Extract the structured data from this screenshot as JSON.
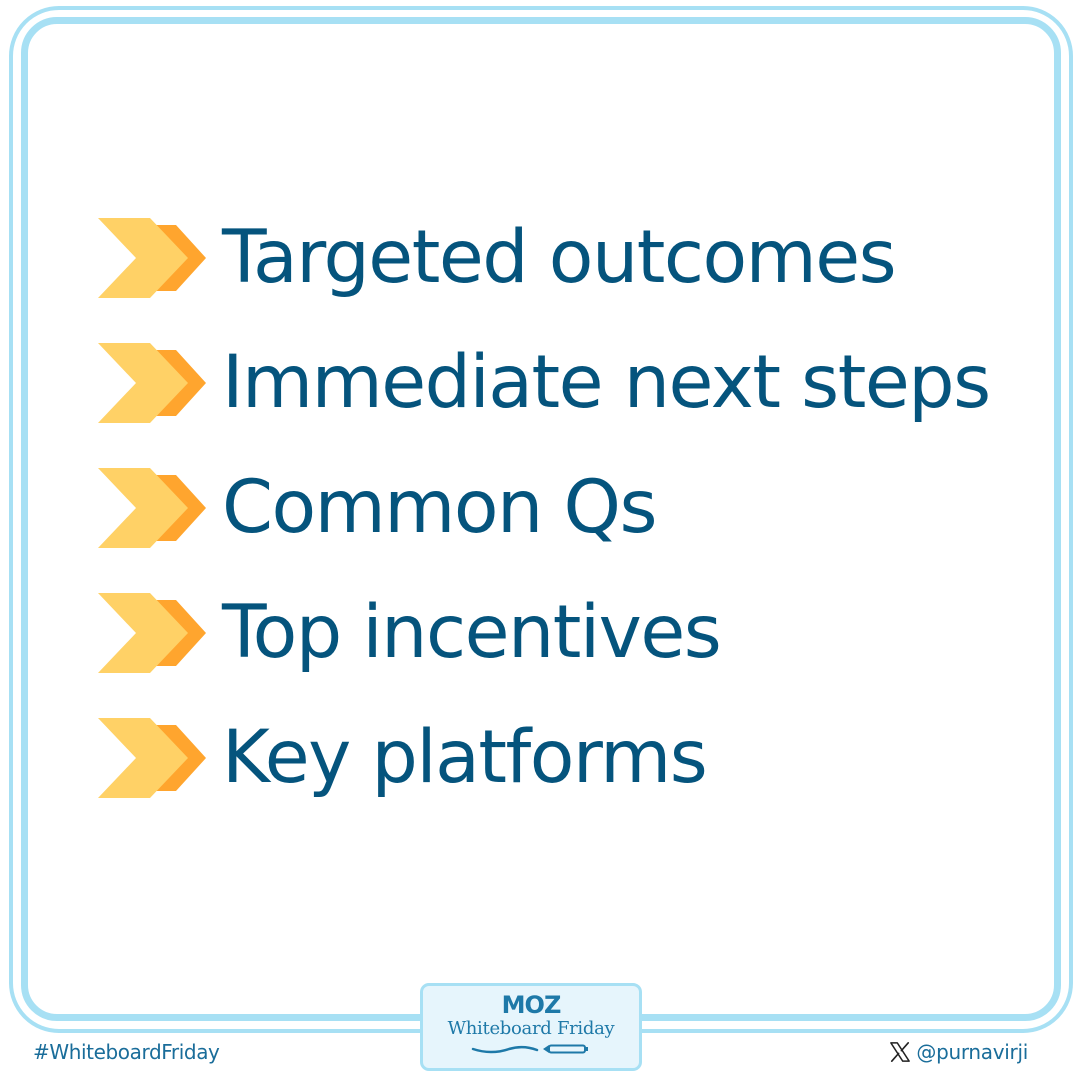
{
  "slide": {
    "items": [
      {
        "label": "Targeted outcomes",
        "icon": "double-chevron-right-icon"
      },
      {
        "label": "Immediate next steps",
        "icon": "double-chevron-right-icon"
      },
      {
        "label": "Common Qs",
        "icon": "double-chevron-right-icon"
      },
      {
        "label": "Top incentives",
        "icon": "double-chevron-right-icon"
      },
      {
        "label": "Key platforms",
        "icon": "double-chevron-right-icon"
      }
    ]
  },
  "badge": {
    "brand": "MOZ",
    "title": "Whiteboard Friday"
  },
  "footer": {
    "hashtag": "#WhiteboardFriday",
    "social_icon": "x-logo-icon",
    "handle": "@purnavirji"
  },
  "colors": {
    "text": "#05547d",
    "chevron_front": "#ffd166",
    "chevron_back": "#ffa52e",
    "frame": "#a7e0f4",
    "badge_bg": "#e6f5fc",
    "brand": "#1e79a8"
  }
}
